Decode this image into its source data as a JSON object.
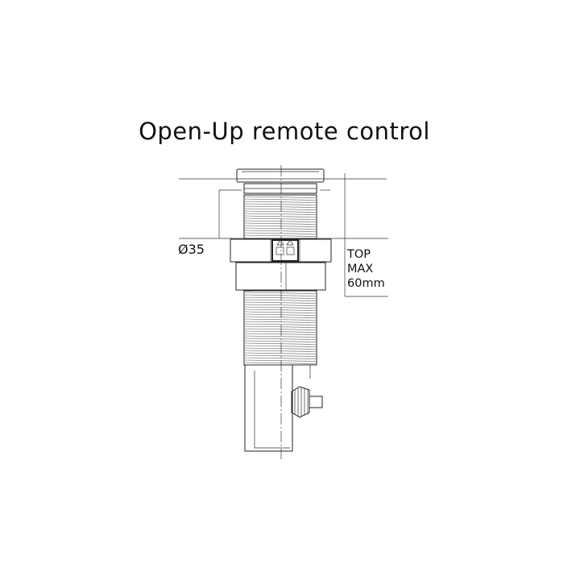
{
  "title": "Open-Up remote control",
  "dimensions": {
    "diameter_label": "Ø35",
    "top_max_line1": "TOP",
    "top_max_line2": "MAX",
    "top_max_line3": "60mm"
  }
}
